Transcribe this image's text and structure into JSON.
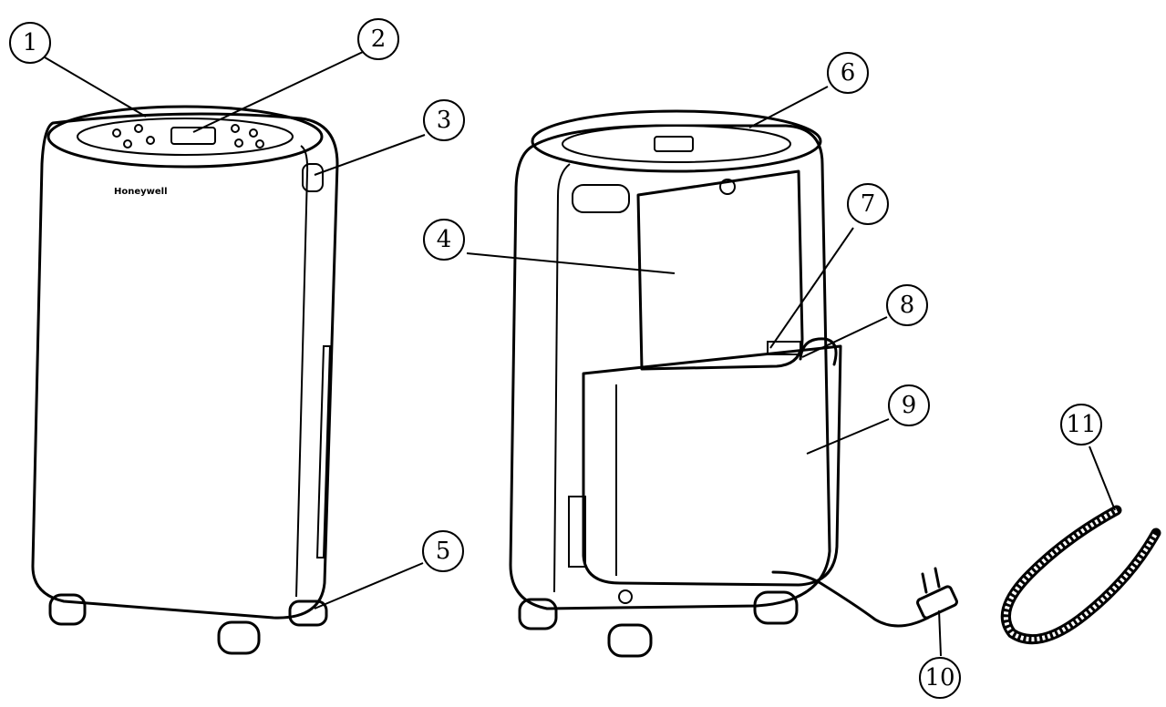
{
  "brand": "Honeywell",
  "callouts": [
    "1",
    "2",
    "3",
    "4",
    "5",
    "6",
    "7",
    "8",
    "9",
    "10",
    "11"
  ],
  "colors": {
    "line": "#000000",
    "background": "#ffffff"
  }
}
